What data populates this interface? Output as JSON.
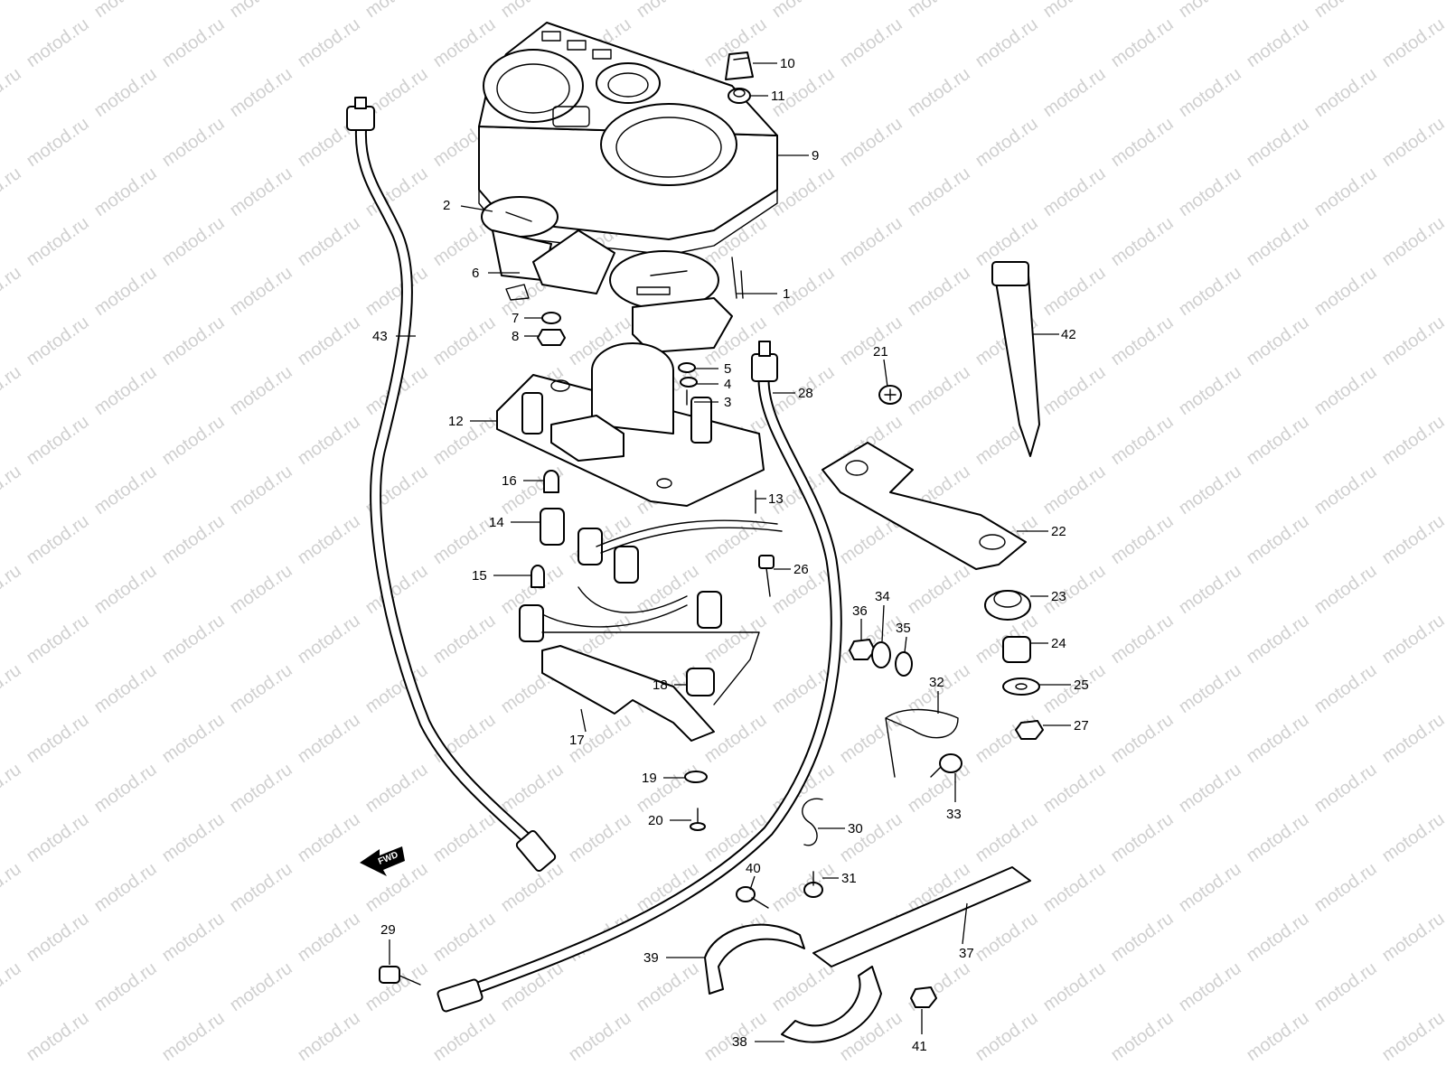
{
  "watermark": {
    "text": "motod.ru"
  },
  "fwd_marker": {
    "text": "FWD"
  },
  "callouts": [
    {
      "id": "c1",
      "label": "1"
    },
    {
      "id": "c2",
      "label": "2"
    },
    {
      "id": "c3",
      "label": "3"
    },
    {
      "id": "c4",
      "label": "4"
    },
    {
      "id": "c5",
      "label": "5"
    },
    {
      "id": "c6",
      "label": "6"
    },
    {
      "id": "c7",
      "label": "7"
    },
    {
      "id": "c8",
      "label": "8"
    },
    {
      "id": "c9",
      "label": "9"
    },
    {
      "id": "c10",
      "label": "10"
    },
    {
      "id": "c11",
      "label": "11"
    },
    {
      "id": "c12",
      "label": "12"
    },
    {
      "id": "c13",
      "label": "13"
    },
    {
      "id": "c14",
      "label": "14"
    },
    {
      "id": "c15",
      "label": "15"
    },
    {
      "id": "c16",
      "label": "16"
    },
    {
      "id": "c17",
      "label": "17"
    },
    {
      "id": "c18",
      "label": "18"
    },
    {
      "id": "c19",
      "label": "19"
    },
    {
      "id": "c20",
      "label": "20"
    },
    {
      "id": "c21",
      "label": "21"
    },
    {
      "id": "c22",
      "label": "22"
    },
    {
      "id": "c23",
      "label": "23"
    },
    {
      "id": "c24",
      "label": "24"
    },
    {
      "id": "c25",
      "label": "25"
    },
    {
      "id": "c26",
      "label": "26"
    },
    {
      "id": "c27",
      "label": "27"
    },
    {
      "id": "c28",
      "label": "28"
    },
    {
      "id": "c29",
      "label": "29"
    },
    {
      "id": "c30",
      "label": "30"
    },
    {
      "id": "c31",
      "label": "31"
    },
    {
      "id": "c32",
      "label": "32"
    },
    {
      "id": "c33",
      "label": "33"
    },
    {
      "id": "c34",
      "label": "34"
    },
    {
      "id": "c35",
      "label": "35"
    },
    {
      "id": "c36",
      "label": "36"
    },
    {
      "id": "c37",
      "label": "37"
    },
    {
      "id": "c38",
      "label": "38"
    },
    {
      "id": "c39",
      "label": "39"
    },
    {
      "id": "c40",
      "label": "40"
    },
    {
      "id": "c41",
      "label": "41"
    },
    {
      "id": "c42",
      "label": "42"
    },
    {
      "id": "c43",
      "label": "43"
    }
  ]
}
